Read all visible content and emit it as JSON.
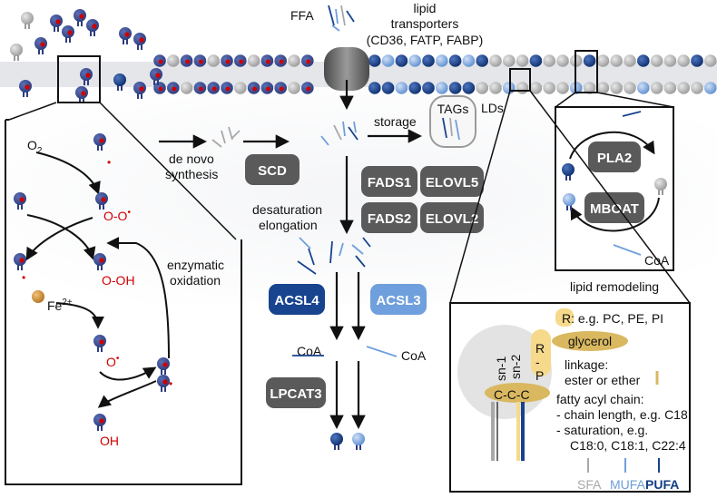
{
  "colors": {
    "sfa": "#a8a8a8",
    "mufa": "#6e9fd8",
    "pufa": "#123d85",
    "oxidized": "#d00000",
    "enzyme_gray": "#5a5a5a",
    "enzyme_dark_blue": "#17438f",
    "enzyme_light_blue": "#6f9fdc",
    "r_group": "#f6d98a",
    "glycerol": "#d9b860"
  },
  "membrane": {
    "ffa_label": "FFA",
    "transporters_line1": "lipid",
    "transporters_line2": "transporters",
    "transporters_line3": "(CD36, FATP, FABP)"
  },
  "center": {
    "storage_label": "storage",
    "tags_label": "TAGs",
    "lds_label": "LDs",
    "de_novo_line1": "de novo",
    "de_novo_line2": "synthesis",
    "desat_line1": "desaturation",
    "desat_line2": "elongation",
    "coa_left": "CoA",
    "coa_right": "CoA"
  },
  "enzymes": {
    "scd": "SCD",
    "fads1": "FADS1",
    "elovl5": "ELOVL5",
    "fads2": "FADS2",
    "elovl2": "ELOVL2",
    "acsl4": "ACSL4",
    "acsl3": "ACSL3",
    "lpcat3": "LPCAT3",
    "pla2": "PLA2",
    "mboat": "MBOAT"
  },
  "oxidation": {
    "o2": "O",
    "o2_sub": "2",
    "peroxyl": "O-O",
    "hydroperoxide": "O-OH",
    "fe": "Fe",
    "fe_sup": "2+",
    "alkoxyl": "O",
    "alcohol": "OH",
    "radical_dot": "•",
    "enzymatic_line1": "enzymatic",
    "enzymatic_line2": "oxidation"
  },
  "remodeling": {
    "coa_label": "CoA",
    "title": "lipid remodeling"
  },
  "legend": {
    "r_group": "R: e.g. PC, PE, PI",
    "glycerol": "glycerol",
    "linkage_line1": "linkage:",
    "linkage_line2": "ester or ether",
    "chain_title": "fatty acyl chain:",
    "chain_length": "- chain length, e.g. C18",
    "saturation": "- saturation, e.g.",
    "examples": "C18:0, C18:1, C22:4",
    "sfa": "SFA",
    "mufa": "MUFA",
    "pufa": "PUFA",
    "mol_r": "R",
    "mol_p": "P",
    "mol_dash": "-",
    "mol_backbone": "C-C-C",
    "sn2": "sn-2",
    "sn1": "sn-1"
  }
}
